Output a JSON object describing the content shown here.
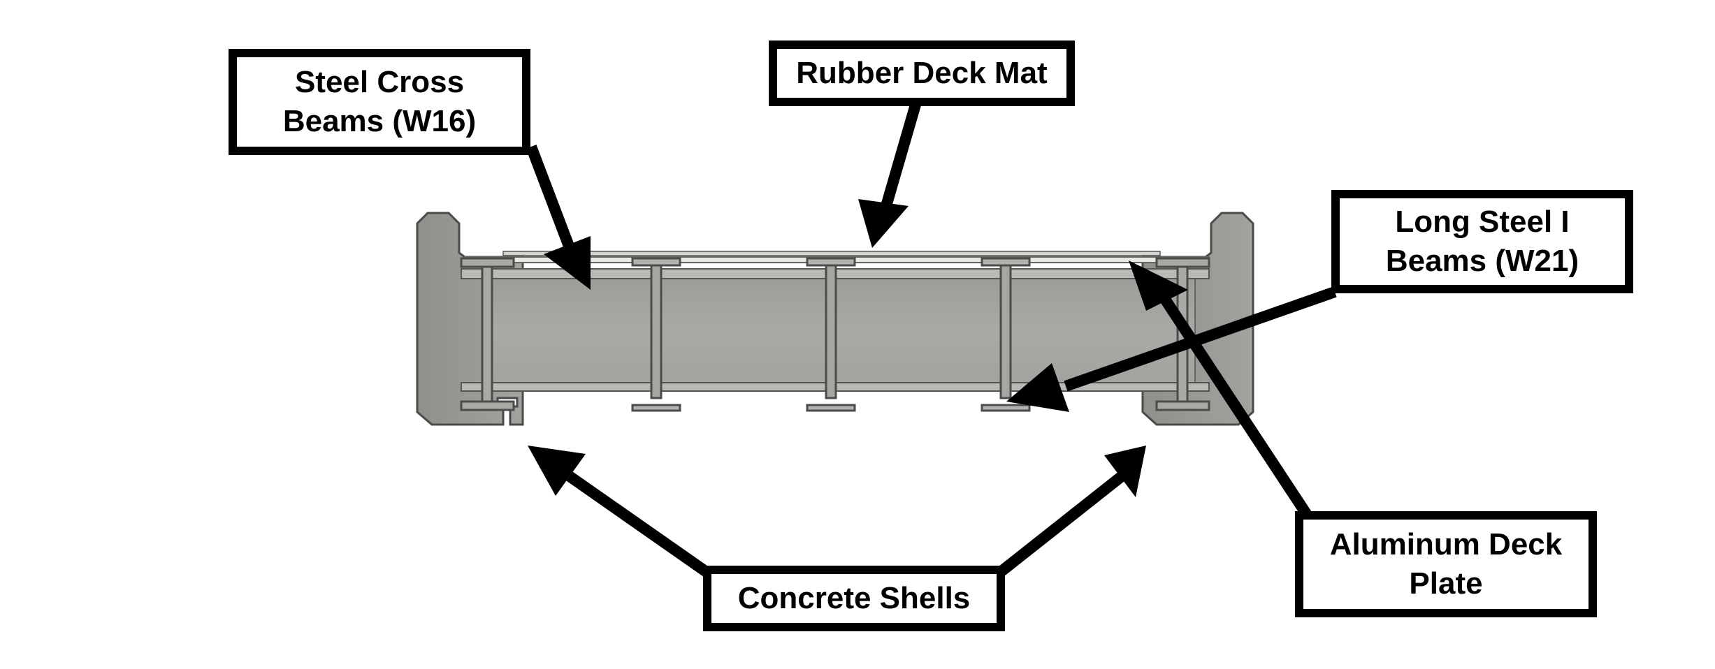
{
  "labels": {
    "cross_beams": {
      "line1": "Steel Cross",
      "line2": "Beams (W16)"
    },
    "deck_mat": {
      "line1": "Rubber Deck Mat"
    },
    "long_beams": {
      "line1": "Long Steel I",
      "line2": "Beams (W21)"
    },
    "deck_plate": {
      "line1": "Aluminum Deck",
      "line2": "Plate"
    },
    "shells": {
      "line1": "Concrete Shells"
    }
  },
  "colors": {
    "concrete": "#9a9a95",
    "beam_web": "#a3a3a0",
    "beam_edge": "#555555",
    "plate": "#e6e6e2",
    "arrow": "#000000"
  },
  "components": {
    "cross_beam_count": 3
  }
}
